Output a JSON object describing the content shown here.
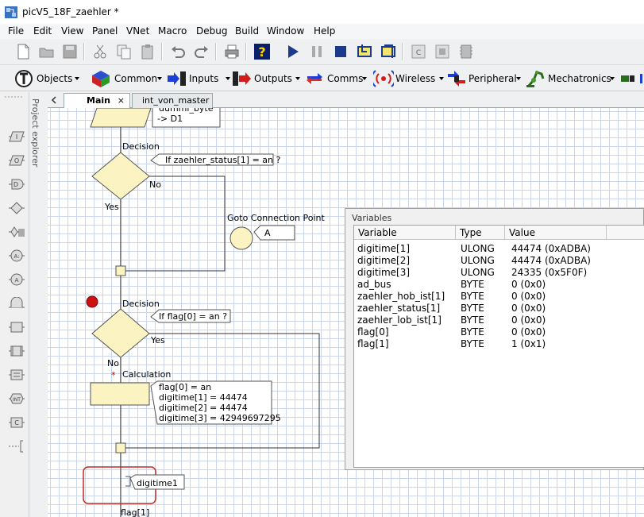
{
  "window": {
    "title": "picV5_18F_zaehler *"
  },
  "menu": [
    "File",
    "Edit",
    "View",
    "Panel",
    "VNet",
    "Macro",
    "Debug",
    "Build",
    "Window",
    "Help"
  ],
  "components": {
    "objects": "Objects",
    "common": "Common",
    "inputs": "Inputs",
    "outputs": "Outputs",
    "comms": "Comms",
    "wireless": "Wireless",
    "peripheral": "Peripheral",
    "mechatronics": "Mechatronics"
  },
  "project_explorer": "Project explorer",
  "tabs": {
    "main": "Main",
    "close": "×",
    "second": "int_von_master"
  },
  "flowchart": {
    "top_box_line1": "dummi_byte",
    "top_box_line2": "-> D1",
    "decision1_label": "Decision",
    "decision1_text": "If  zaehler_status[1] = an ?",
    "no1": "No",
    "yes1": "Yes",
    "goto_label": "Goto Connection Point",
    "goto_text": "A",
    "decision2_label": "Decision",
    "decision2_text": "If  flag[0] = an ?",
    "yes2": "Yes",
    "no2": "No",
    "calc_label": "Calculation",
    "calc_lines": [
      "flag[0] = an",
      "digitime[1] = 44474",
      "digitime[2] = 44474",
      "digitime[3] = 42949697295"
    ],
    "macro_text": "digitime1",
    "bottom_label": "flag[1]"
  },
  "variables": {
    "title": "Variables",
    "headers": {
      "variable": "Variable",
      "type": "Type",
      "value": "Value"
    },
    "rows": [
      {
        "name": "digitime[1]",
        "type": "ULONG",
        "value": "44474 (0xADBA)"
      },
      {
        "name": "digitime[2]",
        "type": "ULONG",
        "value": "44474 (0xADBA)"
      },
      {
        "name": "digitime[3]",
        "type": "ULONG",
        "value": "24335 (0x5F0F)"
      },
      {
        "name": "ad_bus",
        "type": "BYTE",
        "value": "0 (0x0)"
      },
      {
        "name": "zaehler_hob_ist[1]",
        "type": "BYTE",
        "value": "0 (0x0)"
      },
      {
        "name": "zaehler_status[1]",
        "type": "BYTE",
        "value": "0 (0x0)"
      },
      {
        "name": "zaehler_lob_ist[1]",
        "type": "BYTE",
        "value": "0 (0x0)"
      },
      {
        "name": "flag[0]",
        "type": "BYTE",
        "value": "0 (0x0)"
      },
      {
        "name": "flag[1]",
        "type": "BYTE",
        "value": "1 (0x1)"
      }
    ]
  },
  "colors": {
    "shape_fill": "#fcf3c3",
    "breakpoint": "#cc1111",
    "selection": "#c0282a",
    "grid": "#c9d6ee"
  }
}
